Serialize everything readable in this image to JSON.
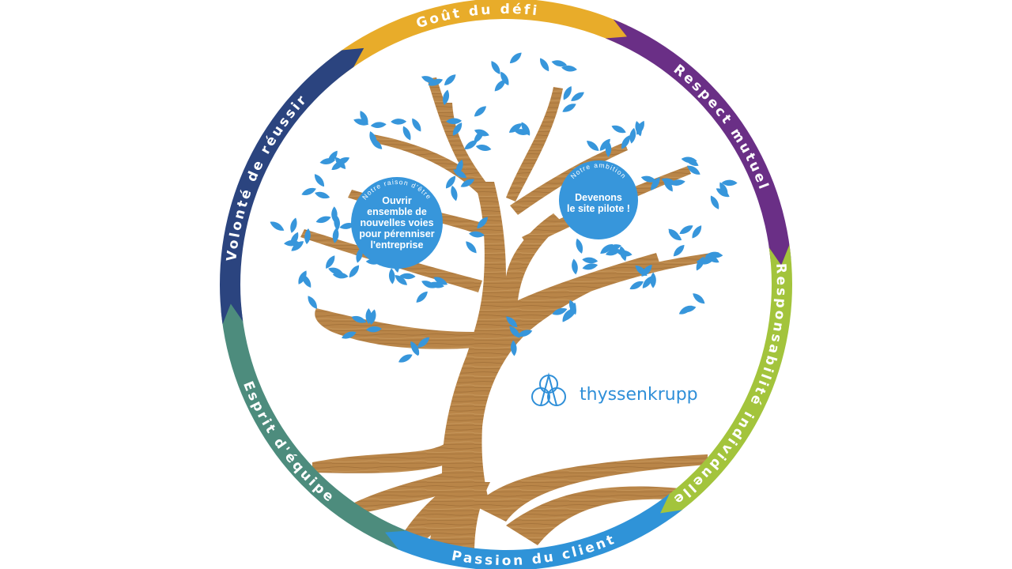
{
  "ring": {
    "segments": [
      {
        "label": "Goût du défi",
        "color": "#e8ac2a"
      },
      {
        "label": "Respect mutuel",
        "color": "#6a2f86"
      },
      {
        "label": "Responsabilité individuelle",
        "color": "#a3c43c"
      },
      {
        "label": "Passion du client",
        "color": "#2f93d8"
      },
      {
        "label": "Esprit d'équipe",
        "color": "#4d8c7d"
      },
      {
        "label": "Volonté de réussir",
        "color": "#2b447f"
      }
    ]
  },
  "bubbles": {
    "purpose": {
      "title": "Notre raison d'être",
      "lines": [
        "Ouvrir",
        "ensemble de",
        "nouvelles voies",
        "pour pérenniser",
        "l'entreprise"
      ]
    },
    "ambition": {
      "title": "Notre ambition",
      "lines": [
        "Devenons",
        "le site pilote !"
      ]
    }
  },
  "logo": {
    "name": "thyssenkrupp",
    "color": "#2f8fd8"
  },
  "colors": {
    "leaf": "#3796db",
    "wood": "#b98548",
    "wood_dark": "#9a6a34",
    "bubble": "#3796db"
  }
}
